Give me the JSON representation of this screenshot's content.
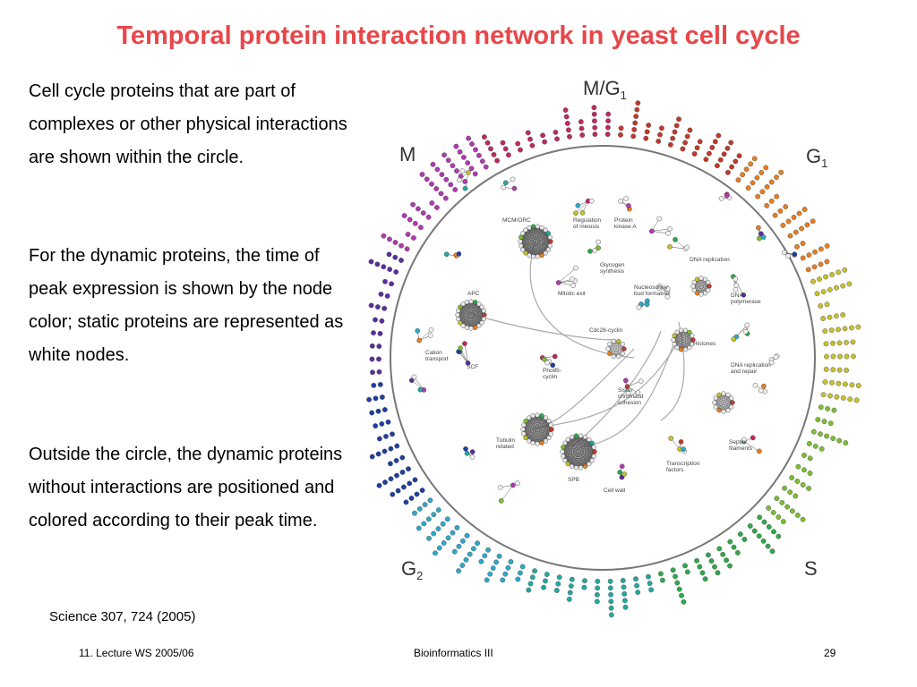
{
  "slide": {
    "title": "Temporal protein interaction network in yeast cell cycle",
    "paragraphs": [
      "Cell cycle proteins that are part of complexes or other physical interactions are shown within the circle.",
      "For the dynamic proteins, the time of peak expression is shown by the node color; static proteins are represented as white nodes.",
      "Outside the circle, the dynamic proteins without interactions are positioned and colored according to their peak time."
    ],
    "citation": "Science 307, 724 (2005)",
    "footer": {
      "left": "11. Lecture WS 2005/06",
      "center": "Bioinformatics III",
      "page": "29"
    }
  },
  "figure": {
    "phases": {
      "mg1": {
        "main": "M/G",
        "sub": "1"
      },
      "g1": {
        "main": "G",
        "sub": "1"
      },
      "s": {
        "main": "S",
        "sub": ""
      },
      "g2": {
        "main": "G",
        "sub": "2"
      },
      "m": {
        "main": "M",
        "sub": ""
      }
    },
    "phase_colors": [
      "#c0392b",
      "#e67e22",
      "#c8c030",
      "#7cbd34",
      "#2fa84a",
      "#23a8a0",
      "#2fa8c8",
      "#1f3fa0",
      "#5b2d9e",
      "#b03ab0",
      "#c02860"
    ],
    "cluster_labels": {
      "mcm_orc": "MCM/ORC",
      "regulation_meiosis": [
        "Regulation",
        "of meiosis"
      ],
      "protein_kinase_a": [
        "Protein",
        "kinase A"
      ],
      "glycogen_synthesis": [
        "Glycogen",
        "synthesis"
      ],
      "dna_replication": "DNA replication",
      "apc": "APC",
      "mitotic_exit": "Mitotic exit",
      "nucleosome": [
        "Nucleosome/",
        "bud formation"
      ],
      "dna_polymerase": [
        "DNA",
        "polymerase"
      ],
      "cdc28_cyclin": "Cdc28-cyclin",
      "histones": "Histones",
      "cation_transport": [
        "Cation",
        "transport"
      ],
      "scf": "SCF",
      "pho85_cyclin": [
        "Pho85-",
        "cyclin"
      ],
      "dna_rep_repair": [
        "DNA replication",
        "and repair"
      ],
      "sister_chromatid": [
        "Sister",
        "chromatid",
        "cohesion"
      ],
      "tubulin_related": [
        "Tubulin",
        "related"
      ],
      "septin": [
        "Septin",
        "filaments"
      ],
      "transcription_factors": [
        "Transcription",
        "factors"
      ],
      "spb": "SPB",
      "cell_wall": "Cell wall"
    }
  }
}
